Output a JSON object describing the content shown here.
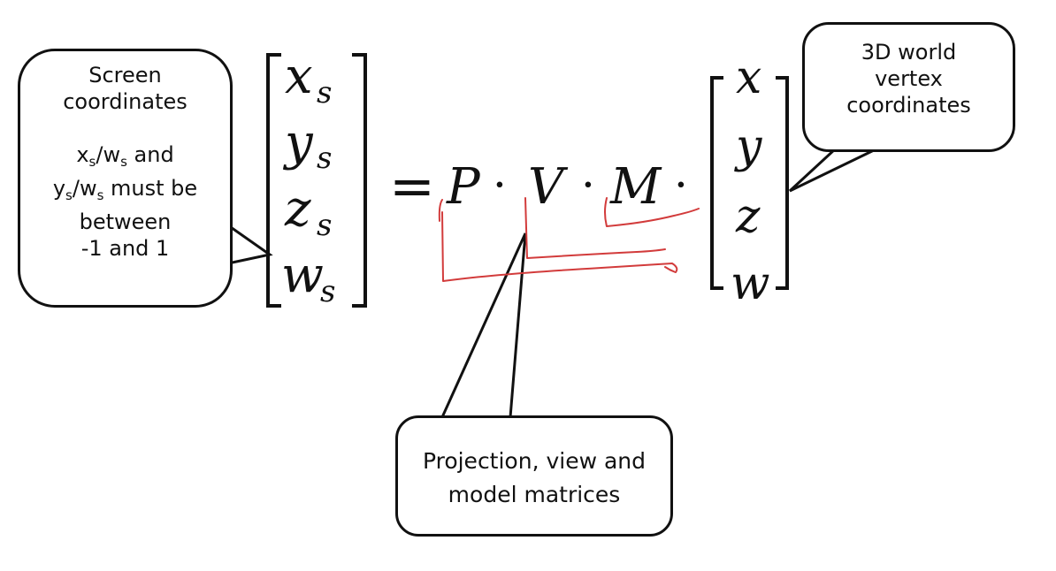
{
  "left_callout": {
    "title_line1": "Screen",
    "title_line2": "coordinates",
    "cond_x_var": "x",
    "cond_x_sub": "s",
    "cond_slash1": "/",
    "cond_w1_var": "w",
    "cond_w1_sub": "s",
    "cond_and": " and",
    "cond_y_var": "y",
    "cond_y_sub": "s",
    "cond_slash2": "/",
    "cond_w2_var": "w",
    "cond_w2_sub": "s",
    "cond_must": " must be",
    "cond_between": "between",
    "cond_range": "-1 and 1"
  },
  "right_callout": {
    "line1": "3D world",
    "line2": "vertex",
    "line3": "coordinates"
  },
  "bottom_callout": {
    "line1": "Projection, view and",
    "line2": "model matrices"
  },
  "equation": {
    "screen_vector": [
      {
        "var": "x",
        "sub": "s"
      },
      {
        "var": "y",
        "sub": "s"
      },
      {
        "var": "z",
        "sub": "s"
      },
      {
        "var": "w",
        "sub": "s"
      }
    ],
    "equals": "=",
    "matrix_p": "P",
    "matrix_v": "V",
    "matrix_m": "M",
    "dot": "·",
    "world_vector": [
      "x",
      "y",
      "z",
      "w"
    ]
  },
  "colors": {
    "ink": "#111111",
    "annotation": "#d23b3b",
    "background": "#ffffff"
  }
}
